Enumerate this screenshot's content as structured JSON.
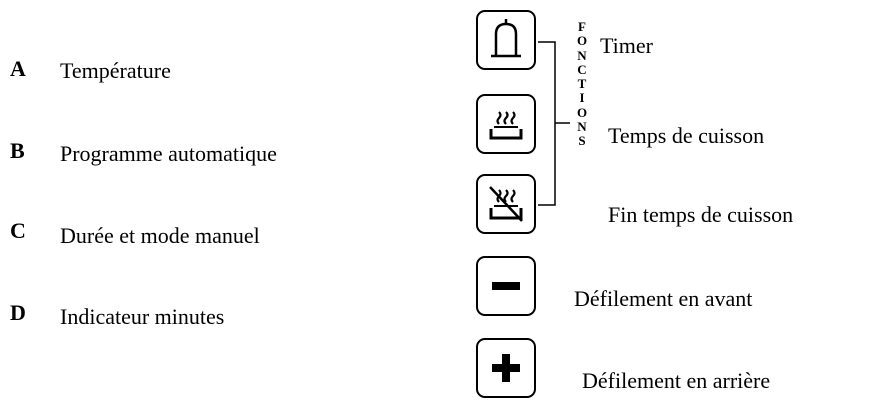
{
  "left_list": [
    {
      "letter": "A",
      "label": "Température"
    },
    {
      "letter": "B",
      "label": "Programme automatique"
    },
    {
      "letter": "C",
      "label": "Durée et mode manuel"
    },
    {
      "letter": "D",
      "label": "Indicateur minutes"
    }
  ],
  "buttons": [
    {
      "icon": "bell-icon",
      "label": "Timer"
    },
    {
      "icon": "cooking-time-icon",
      "label": "Temps de cuisson"
    },
    {
      "icon": "end-cooking-time-icon",
      "label": "Fin temps de cuisson"
    },
    {
      "icon": "minus-icon",
      "label": "Défilement en avant"
    },
    {
      "icon": "plus-icon",
      "label": "Défilement en arrière"
    }
  ],
  "functions_letters": [
    "F",
    "O",
    "N",
    "C",
    "T",
    "I",
    "O",
    "N",
    "S"
  ]
}
